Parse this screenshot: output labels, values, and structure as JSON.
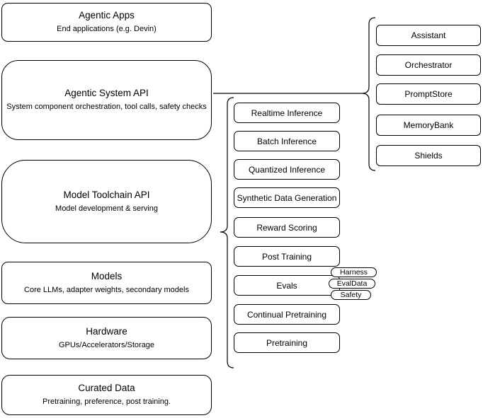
{
  "diagram": {
    "background": "#ffffff",
    "stroke_color": "#000000",
    "text_color": "#000000"
  },
  "left_stack": [
    {
      "title": "Agentic Apps",
      "subtitle": "End applications (e.g. Devin)"
    },
    {
      "title": "Agentic System API",
      "subtitle": "System component orchestration, tool calls, safety checks"
    },
    {
      "title": "Model Toolchain API",
      "subtitle": "Model development & serving"
    },
    {
      "title": "Models",
      "subtitle": "Core LLMs, adapter weights, secondary models"
    },
    {
      "title": "Hardware",
      "subtitle": "GPUs/Accelerators/Storage"
    },
    {
      "title": "Curated Data",
      "subtitle": "Pretraining, preference, post training."
    }
  ],
  "toolchain": {
    "items": [
      "Realtime Inference",
      "Batch Inference",
      "Quantized Inference",
      "Synthetic Data Generation",
      "Reward Scoring",
      "Post Training",
      "Evals",
      "Continual Pretraining",
      "Pretraining"
    ],
    "eval_tags": [
      "Harness",
      "EvalData",
      "Safety"
    ]
  },
  "system_components": {
    "items": [
      "Assistant",
      "Orchestrator",
      "PromptStore",
      "MemoryBank",
      "Shields"
    ]
  }
}
